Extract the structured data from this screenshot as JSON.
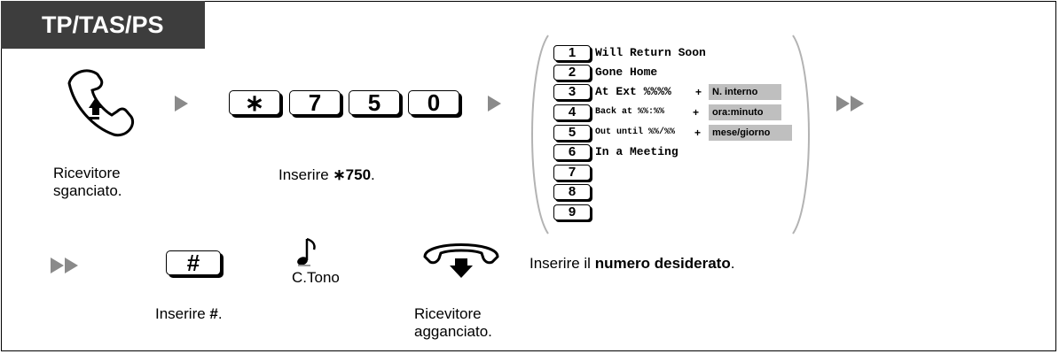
{
  "header": {
    "title": "TP/TAS/PS"
  },
  "steps": {
    "offhook_caption": "Ricevitore\nsganciato.",
    "dial_prefix": "Inserire ",
    "dial_code": "∗750",
    "dial_suffix": ".",
    "keys": [
      "∗",
      "7",
      "5",
      "0"
    ],
    "hash_key": "#",
    "hash_prefix": "Inserire ",
    "hash_code": "#",
    "hash_suffix": ".",
    "tone_caption": "C.Tono",
    "onhook_caption": "Ricevitore\nagganciato.",
    "number_prefix": "Inserire il ",
    "number_bold": "numero desiderato",
    "number_suffix": "."
  },
  "options": [
    {
      "key": "1",
      "text": "Will Return Soon"
    },
    {
      "key": "2",
      "text": "Gone Home"
    },
    {
      "key": "3",
      "text": "At Ext %%%%",
      "plus": "+",
      "chip": "N. interno"
    },
    {
      "key": "4",
      "text": "Back at %%:%%",
      "plus": "+",
      "chip": "ora:minuto"
    },
    {
      "key": "5",
      "text": "Out until %%/%%",
      "plus": "+",
      "chip": "mese/giorno"
    },
    {
      "key": "6",
      "text": "In a Meeting"
    },
    {
      "key": "7",
      "text": ""
    },
    {
      "key": "8",
      "text": ""
    },
    {
      "key": "9",
      "text": ""
    }
  ],
  "colors": {
    "tab_bg": "#3d3d3d",
    "arrow": "#8a8a8a",
    "chip_bg": "#bfbfbf"
  }
}
